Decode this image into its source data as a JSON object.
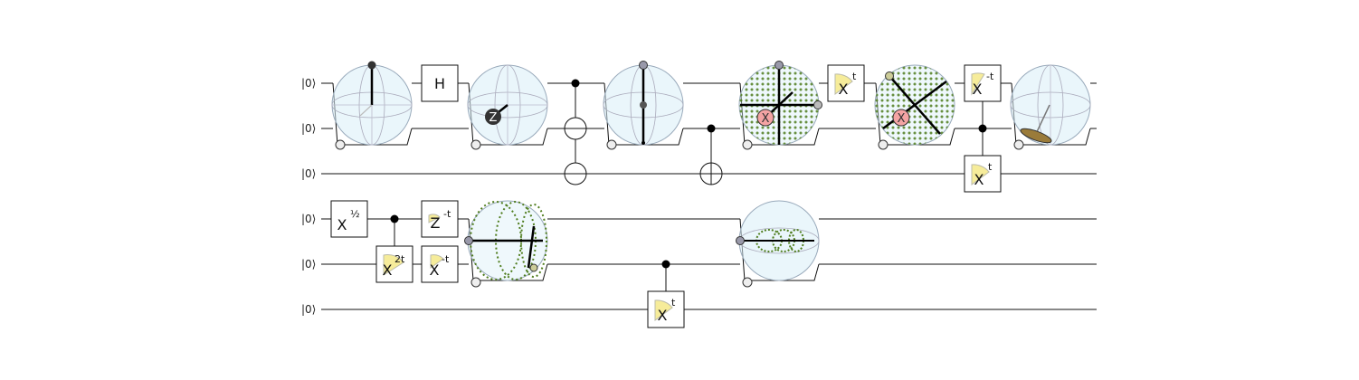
{
  "wires": {
    "labels": [
      "|0⟩",
      "|0⟩",
      "|0⟩",
      "|0⟩",
      "|0⟩",
      "|0⟩"
    ]
  },
  "gates": {
    "h": "H",
    "x_half": {
      "base": "X",
      "sup": "½"
    },
    "x_2t": {
      "base": "X",
      "sup": "2t"
    },
    "z_neg_t": {
      "base": "Z",
      "sup": "-t"
    },
    "x_neg_t_row4": {
      "base": "X",
      "sup": "-t"
    },
    "x_t_row0": {
      "base": "X",
      "sup": "t"
    },
    "x_neg_t_row0": {
      "base": "X",
      "sup": "-t"
    },
    "x_t_row2": {
      "base": "X",
      "sup": "t"
    },
    "x_t_row5": {
      "base": "X",
      "sup": "t"
    }
  },
  "display_markers": {
    "z_marker": "Z",
    "x_marker_a": "X",
    "x_marker_b": "X"
  },
  "colors": {
    "wire": "#111111",
    "sphere_fill": "#d8eef7",
    "dot_green": "#4f7d1e",
    "dot_brown": "#7a3a1a",
    "pie_yellow": "#f6ec9a",
    "marker_red": "#f4a3a3",
    "marker_dark": "#333333"
  }
}
